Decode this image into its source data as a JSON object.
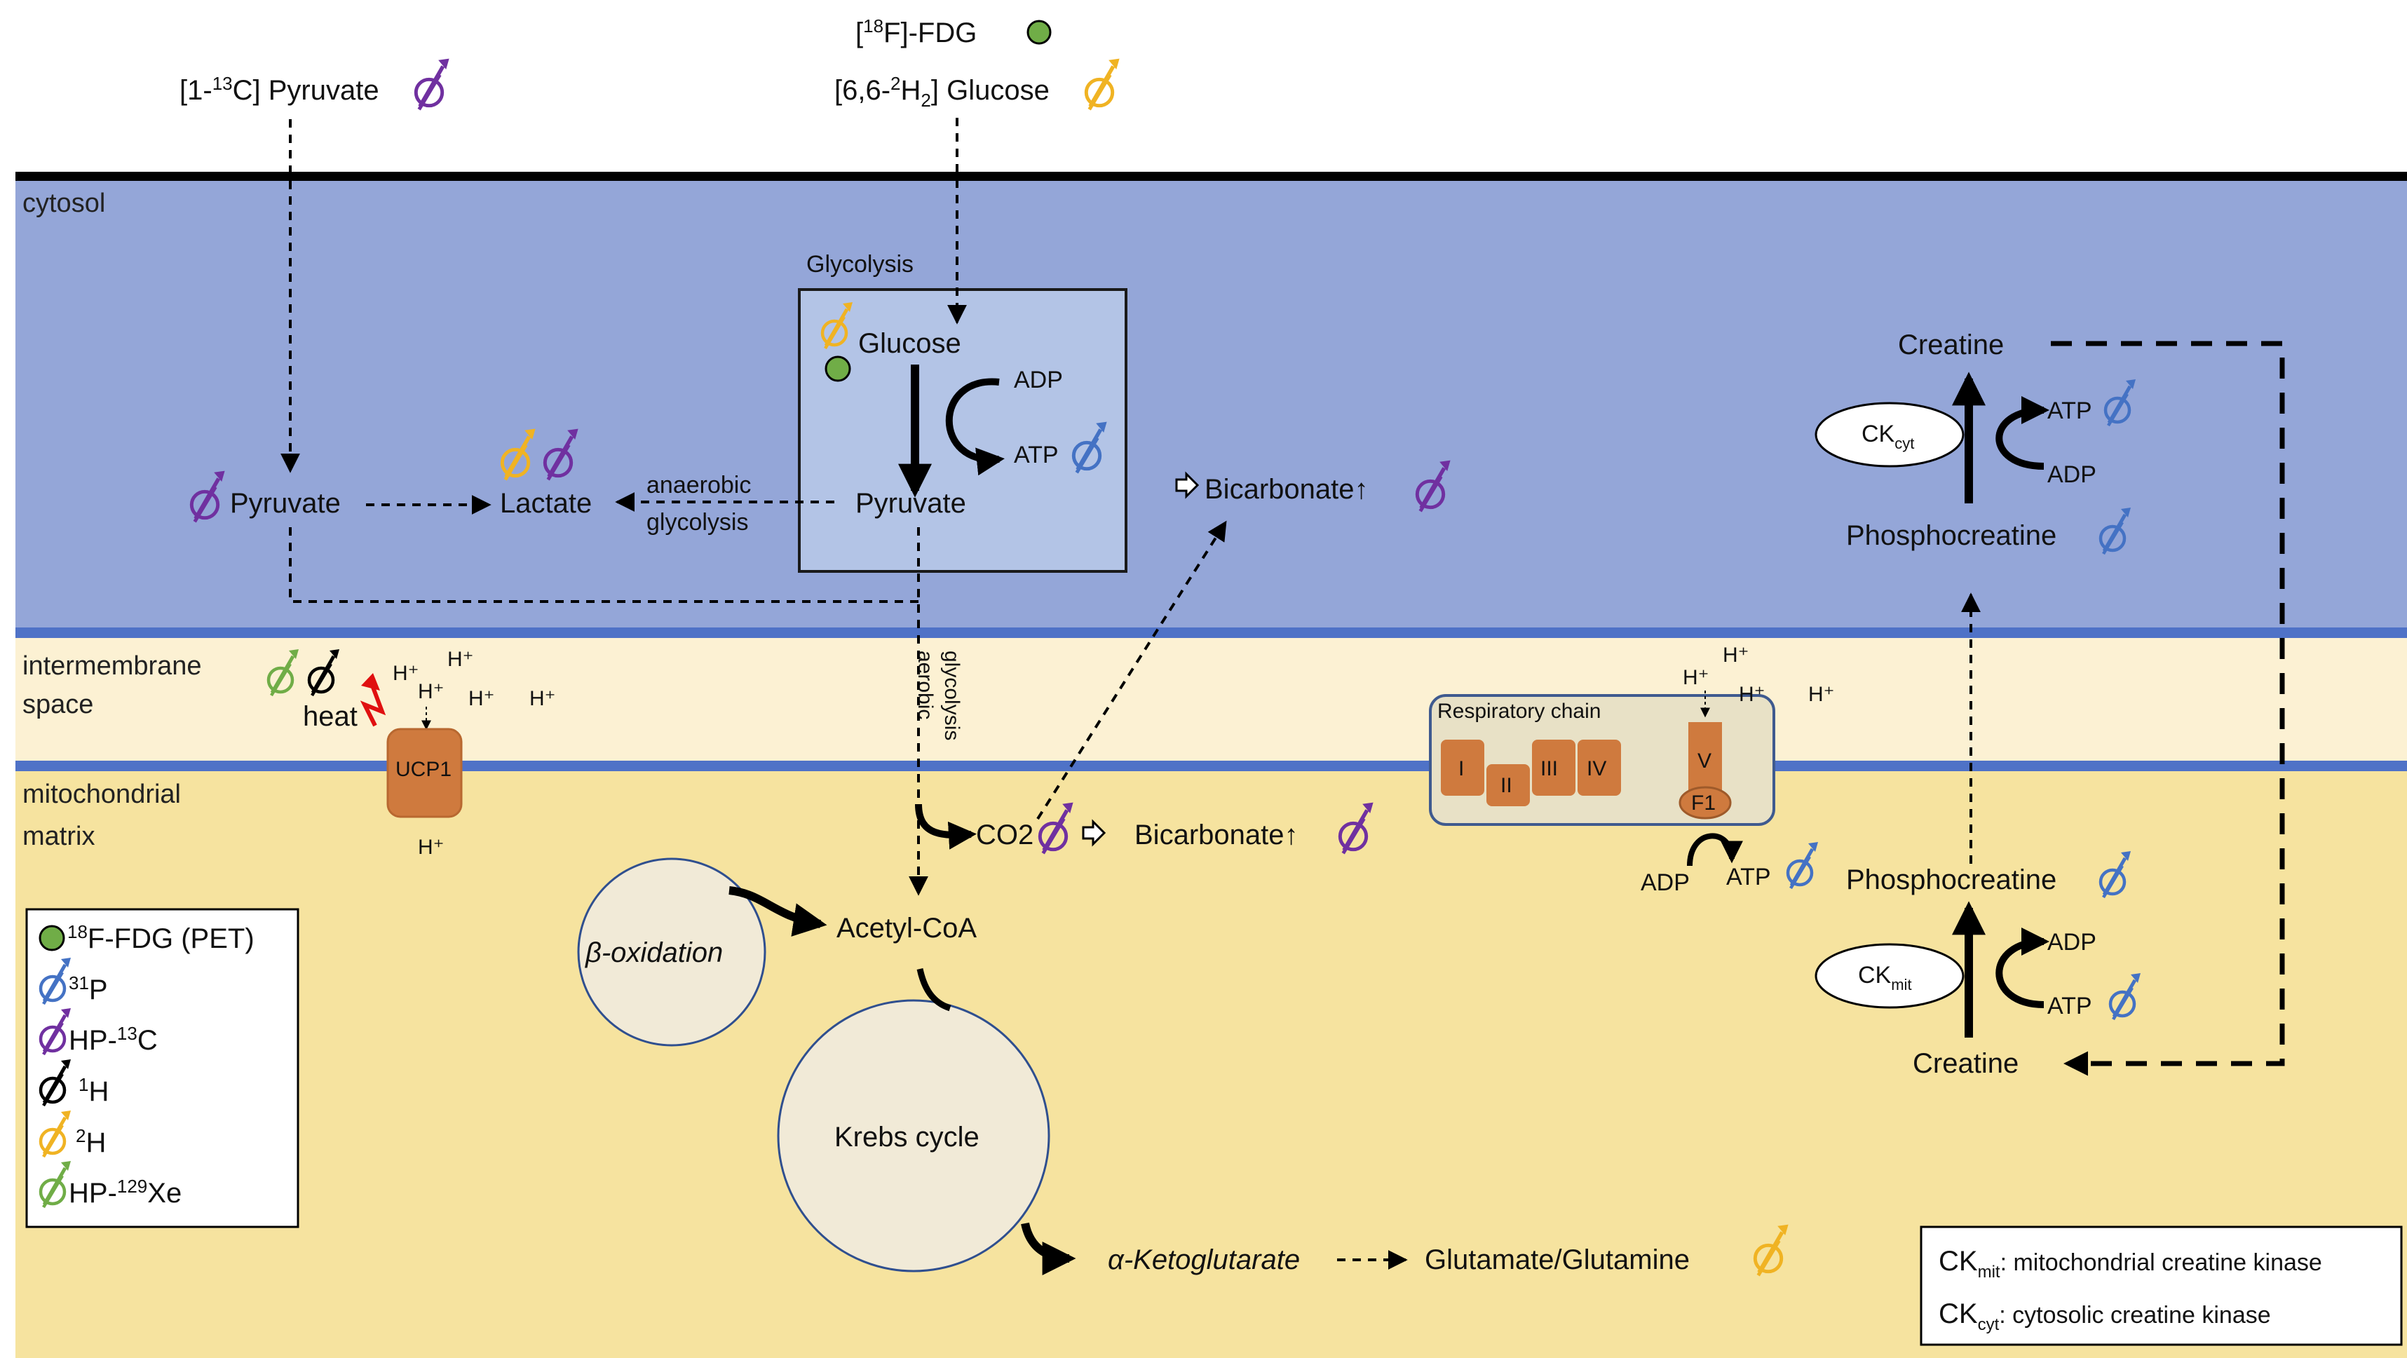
{
  "colors": {
    "cytosol": "#94a6d8",
    "membrane": "#4f72c7",
    "intermembrane": "#fcf1d3",
    "matrix": "#f6e39f",
    "glycolysis_box": "#b3c4e6",
    "organelle": "#f1ead7",
    "enzyme": "#cf7a3e",
    "fdg_green": "#70ad47",
    "p31_blue": "#4472c4",
    "c13_purple": "#7030a0",
    "h1_black": "#000000",
    "h2_yellow": "#f0b323",
    "xe_green": "#70ad47",
    "heat_red": "#e01010"
  },
  "top": {
    "fdg": "[18F]-FDG",
    "pyruvate_tracer": "[1-13C] Pyruvate",
    "glucose_tracer": "[6,6-2H2] Glucose"
  },
  "regions": {
    "cytosol": "cytosol",
    "intermembrane_1": "intermembrane",
    "intermembrane_2": "space",
    "matrix_1": "mitochondrial",
    "matrix_2": "matrix"
  },
  "glycolysis": {
    "title": "Glycolysis",
    "glucose": "Glucose",
    "adp": "ADP",
    "atp": "ATP",
    "pyruvate": "Pyruvate"
  },
  "cytosol": {
    "pyruvate": "Pyruvate",
    "lactate": "Lactate",
    "anaerobic_1": "anaerobic",
    "anaerobic_2": "glycolysis",
    "bicarbonate": "Bicarbonate↑",
    "creatine": "Creatine",
    "ck_cyt": "CK",
    "ck_cyt_sub": "cyt",
    "atp": "ATP",
    "adp": "ADP",
    "phosphocreatine": "Phosphocreatine"
  },
  "ims": {
    "heat": "heat",
    "h_plus": "H⁺",
    "ucp1": "UCP1",
    "aerobic_1": "aerobic",
    "aerobic_2": "glycolysis",
    "resp_chain": "Respiratory chain",
    "complex_i": "I",
    "complex_ii": "II",
    "complex_iii": "III",
    "complex_iv": "IV",
    "complex_v": "V",
    "f1": "F1"
  },
  "matrix": {
    "co2": "CO2",
    "bicarbonate": "Bicarbonate↑",
    "acetyl_coa": "Acetyl-CoA",
    "beta_ox": "β-oxidation",
    "krebs": "Krebs cycle",
    "akg": "α-Ketoglutarate",
    "glu": "Glutamate/Glutamine",
    "adp": "ADP",
    "atp": "ATP",
    "phosphocreatine": "Phosphocreatine",
    "ck_mit": "CK",
    "ck_mit_sub": "mit",
    "creatine": "Creatine",
    "atp2": "ATP",
    "adp2": "ADP"
  },
  "legend": {
    "fdg": "18F-FDG (PET)",
    "p31": "31P",
    "c13": "HP-13C",
    "h1": "1H",
    "h2": "2H",
    "xe": "HP-129Xe"
  },
  "abbrev": {
    "ckmit_sym": "CK",
    "ckmit_sub": "mit",
    "ckmit_text": ": mitochondrial creatine kinase",
    "ckcyt_sym": "CK",
    "ckcyt_sub": "cyt",
    "ckcyt_text": ": cytosolic creatine kinase"
  },
  "icons": [
    "fdg-dot-icon",
    "nuclear-spin-icon",
    "heat-zigzag-icon",
    "open-arrow-icon"
  ]
}
